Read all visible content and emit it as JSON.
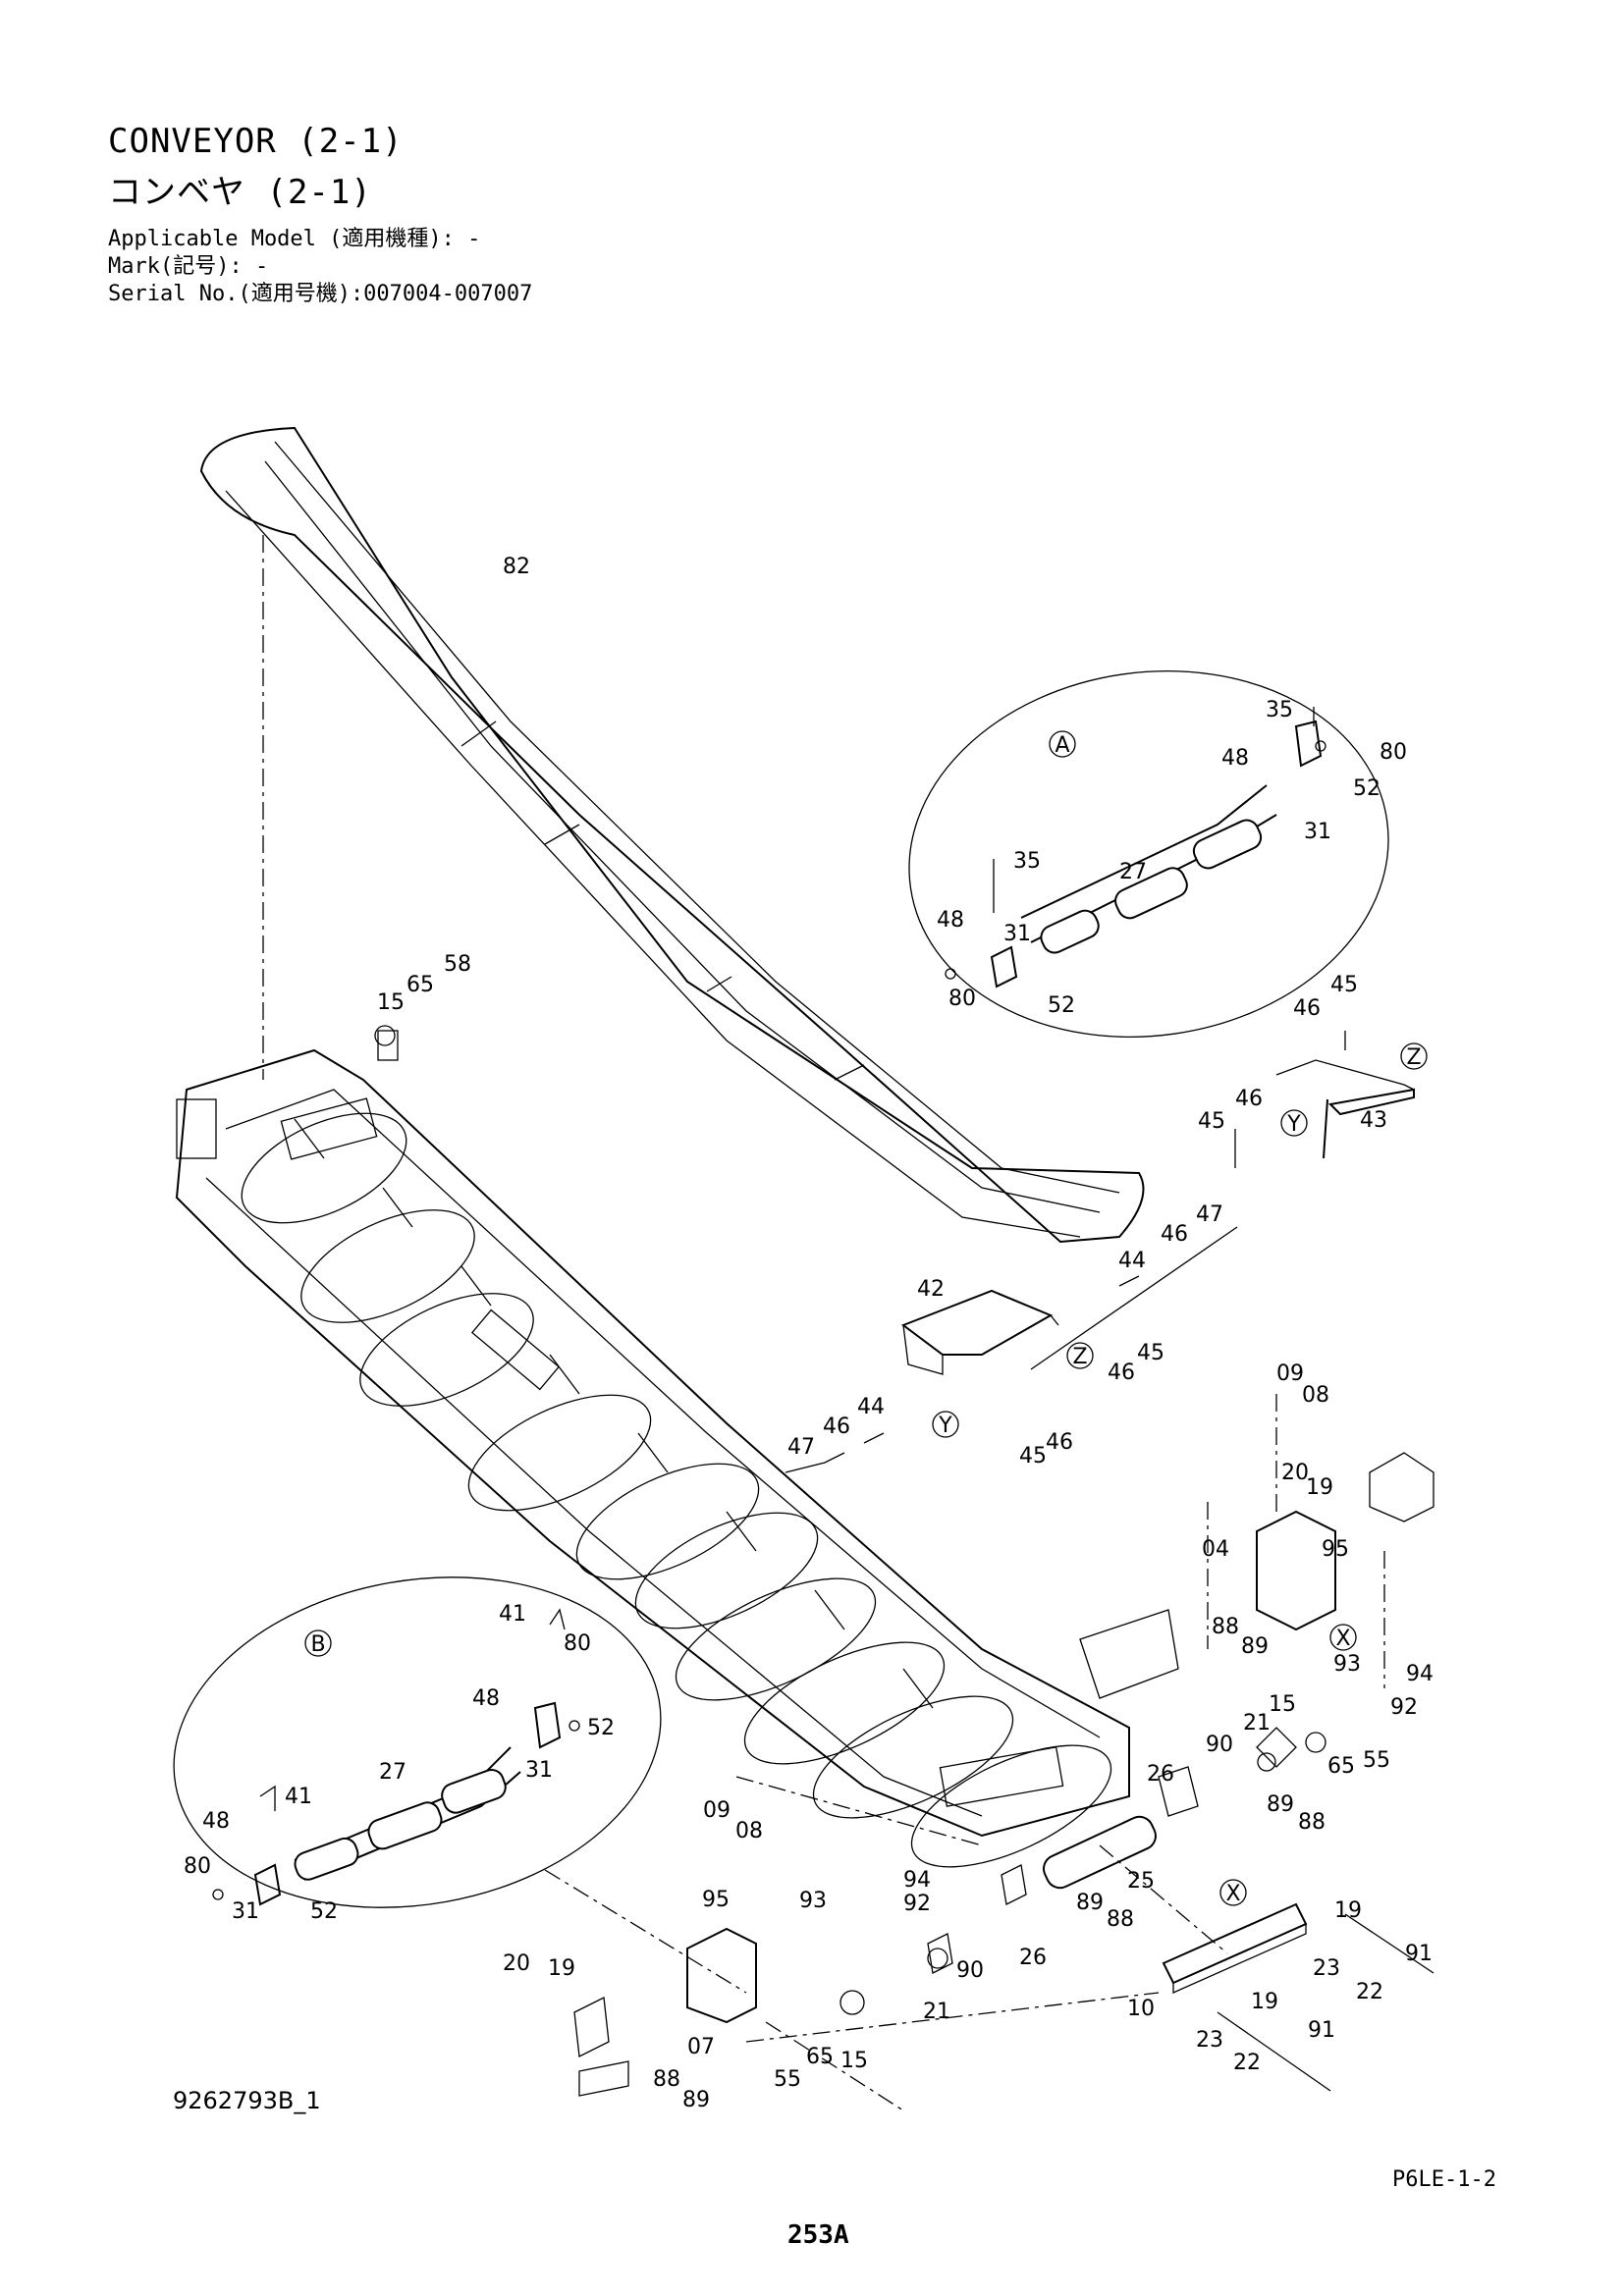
{
  "header": {
    "title_en": "CONVEYOR (2-1)",
    "title_jp": "コンベヤ (2-1)",
    "applicable_model": "Applicable Model (適用機種): -",
    "mark": "Mark(記号): -",
    "serial": "Serial No.(適用号機):007004-007007"
  },
  "detail_views": {
    "A": "A",
    "B": "B",
    "X": "X",
    "Y": "Y",
    "Z": "Z"
  },
  "parts": {
    "p82": "82",
    "A_35a": "35",
    "A_48a": "48",
    "A_80a": "80",
    "A_52a": "52",
    "A_31a": "31",
    "A_35b": "35",
    "A_27": "27",
    "A_48b": "48",
    "A_31b": "31",
    "A_80b": "80",
    "A_52b": "52",
    "z46a": "46",
    "z45a": "45",
    "z45b": "45",
    "z46b": "46",
    "z43": "43",
    "p15a": "15",
    "p65a": "65",
    "p58": "58",
    "p47a": "47",
    "p46c": "46",
    "p44a": "44",
    "p42": "42",
    "p44b": "44",
    "p46d": "46",
    "p47b": "47",
    "p46e": "46",
    "p45c": "45",
    "p45d": "45",
    "p46f": "46",
    "p09a": "09",
    "p08a": "08",
    "p20a": "20",
    "p19a": "19",
    "p04": "04",
    "p95a": "95",
    "p88a": "88",
    "p89a": "89",
    "p93a": "93",
    "p94a": "94",
    "p92a": "92",
    "p15b": "15",
    "p21a": "21",
    "p65b": "65",
    "p55a": "55",
    "p26a": "26",
    "p90a": "90",
    "p89b": "89",
    "p88b": "88",
    "p25": "25",
    "B_41a": "41",
    "B_80a": "80",
    "B_48a": "48",
    "B_52a": "52",
    "B_31a": "31",
    "B_27": "27",
    "B_48b": "48",
    "B_41b": "41",
    "B_80b": "80",
    "B_31b": "31",
    "B_52b": "52",
    "p09b": "09",
    "p08b": "08",
    "p95b": "95",
    "p94b": "94",
    "p93b": "93",
    "p92b": "92",
    "p20b": "20",
    "p19b": "19",
    "p89c": "89",
    "p88c": "88",
    "p26b": "26",
    "p90b": "90",
    "p21b": "21",
    "p07": "07",
    "p65c": "65",
    "p15c": "15",
    "p88d": "88",
    "p89d": "89",
    "p55b": "55",
    "p10": "10",
    "p19c": "19",
    "p23a": "23",
    "p22a": "22",
    "p91a": "91",
    "p19d": "19",
    "p23b": "23",
    "p22b": "22",
    "p91b": "91"
  },
  "footer": {
    "figure_number": "9262793B_1",
    "page_code": "P6LE-1-2",
    "page_number": "253A"
  }
}
